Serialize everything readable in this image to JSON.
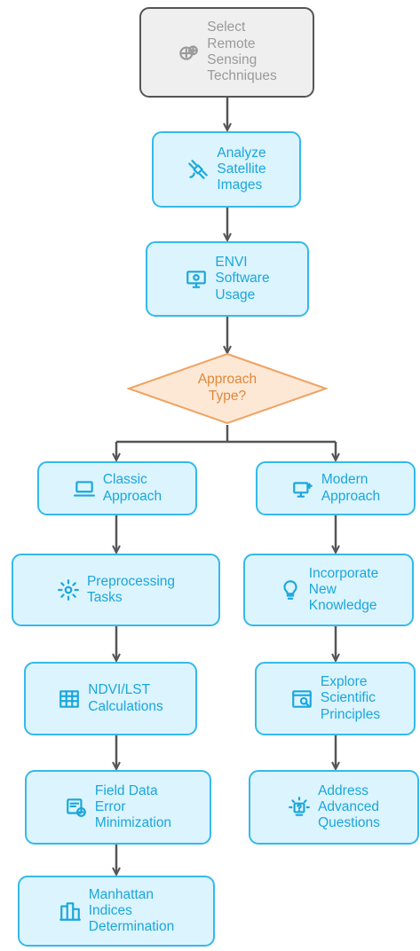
{
  "diagram": {
    "nodes": {
      "select": {
        "label": "Select\nRemote\nSensing\nTechniques",
        "icon": "satellite-dish-icon"
      },
      "analyze": {
        "label": "Analyze\nSatellite\nImages",
        "icon": "satellite-icon"
      },
      "envi": {
        "label": "ENVI\nSoftware\nUsage",
        "icon": "monitor-icon"
      },
      "approach": {
        "label": "Approach\nType?"
      },
      "classic": {
        "label": "Classic\nApproach",
        "icon": "laptop-icon"
      },
      "modern": {
        "label": "Modern\nApproach",
        "icon": "robot-icon"
      },
      "preprocessing": {
        "label": "Preprocessing\nTasks",
        "icon": "gear-icon"
      },
      "incorporate": {
        "label": "Incorporate\nNew\nKnowledge",
        "icon": "lightbulb-icon"
      },
      "ndvi": {
        "label": "NDVI/LST\nCalculations",
        "icon": "table-icon"
      },
      "explore": {
        "label": "Explore\nScientific\nPrinciples",
        "icon": "search-window-icon"
      },
      "field": {
        "label": "Field Data\nError\nMinimization",
        "icon": "data-error-icon"
      },
      "address": {
        "label": "Address\nAdvanced\nQuestions",
        "icon": "question-bulb-icon"
      },
      "manhattan": {
        "label": "Manhattan\nIndices\nDetermination",
        "icon": "city-buildings-icon"
      }
    },
    "colors": {
      "blue_fill": "#dcf4fd",
      "blue_stroke": "#35b9ea",
      "blue_text": "#1aa6dd",
      "gray_fill": "#efefef",
      "gray_stroke": "#555555",
      "gray_text": "#9a9a9a",
      "decision_fill": "#fde8d6",
      "decision_stroke": "#f0a362",
      "decision_text": "#e0883a",
      "connector": "#555555"
    }
  }
}
